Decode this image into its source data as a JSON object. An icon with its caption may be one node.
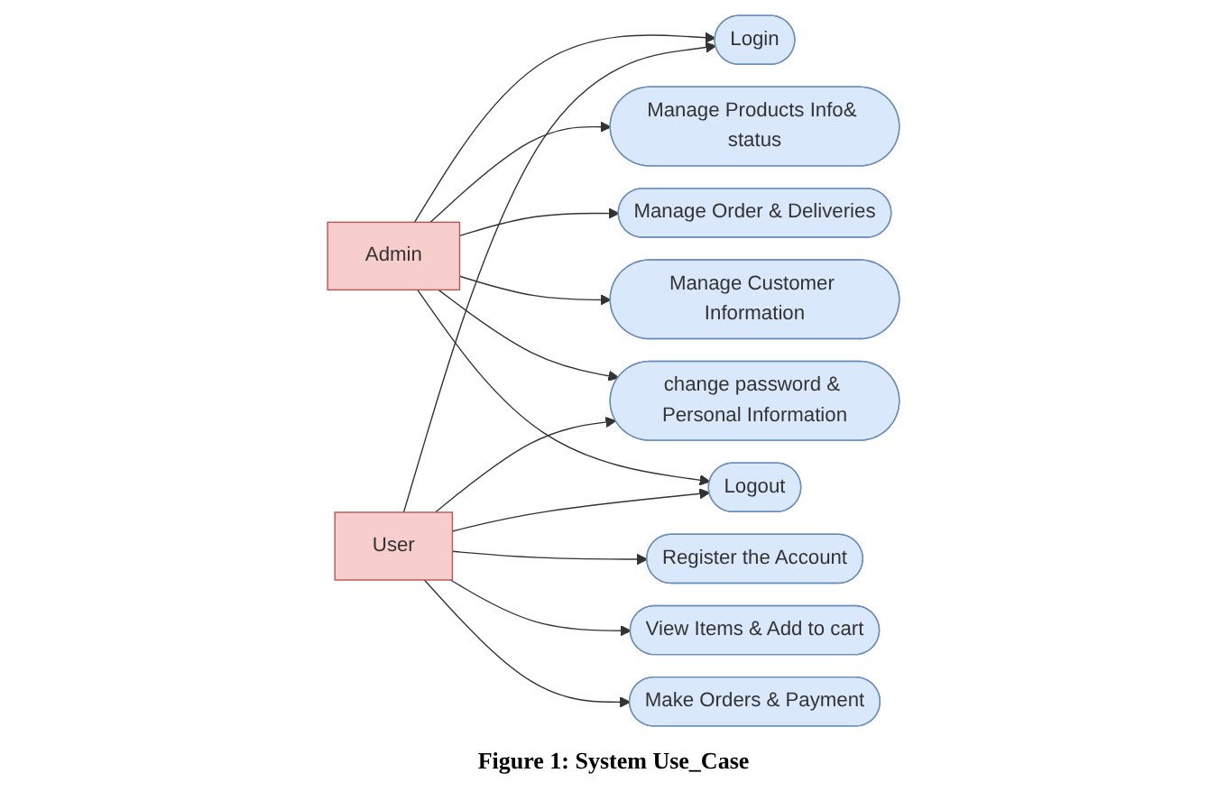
{
  "diagram": {
    "caption": "Figure 1: System Use_Case",
    "nodes": [
      {
        "text": [
          "Admin"
        ]
      },
      {
        "text": [
          "Login"
        ]
      },
      {
        "text": [
          "Manage Products Info& status"
        ]
      },
      {
        "text": [
          "Register the Account"
        ]
      },
      {
        "text": [
          "Manage Order & Deliveries"
        ]
      },
      {
        "text": [
          "View Items & Add to cart"
        ]
      },
      {
        "text": [
          "Manage Customer Information"
        ]
      },
      {
        "text": [
          "Make Orders & Payment"
        ]
      },
      {
        "text": [
          "change password & Personal Information"
        ]
      },
      {
        "text": [
          "Logout"
        ]
      },
      {
        "text": [
          "User"
        ]
      }
    ],
    "edges": [
      {
        "from": 0,
        "to": 1,
        "arrow": "to"
      },
      {
        "from": 0,
        "to": 2,
        "arrow": "to"
      },
      {
        "from": 0,
        "to": 4,
        "arrow": "to"
      },
      {
        "from": 0,
        "to": 6,
        "arrow": "to"
      },
      {
        "from": 0,
        "to": 8,
        "arrow": "to"
      },
      {
        "from": 0,
        "to": 9,
        "arrow": "to"
      },
      {
        "from": 10,
        "to": 1,
        "arrow": "to"
      },
      {
        "from": 10,
        "to": 3,
        "arrow": "to"
      },
      {
        "from": 10,
        "to": 5,
        "arrow": "to"
      },
      {
        "from": 10,
        "to": 7,
        "arrow": "to"
      },
      {
        "from": 10,
        "to": 8,
        "arrow": "to"
      },
      {
        "from": 10,
        "to": 9,
        "arrow": "to"
      }
    ]
  }
}
